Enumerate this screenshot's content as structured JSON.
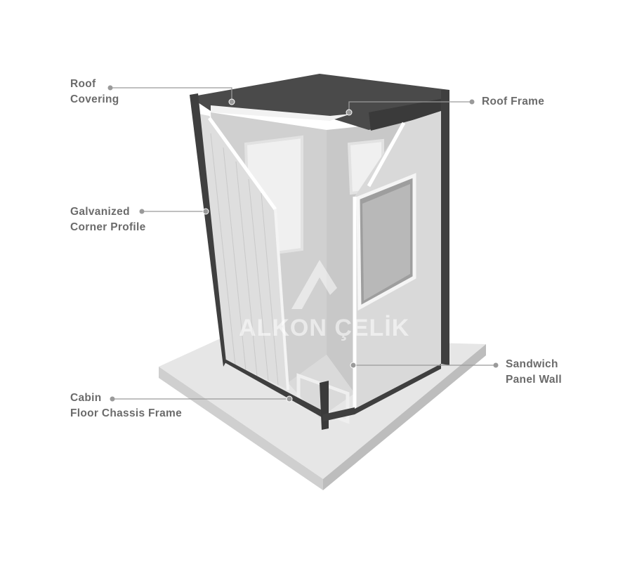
{
  "labels": {
    "roof_covering": [
      "Roof",
      "Covering"
    ],
    "roof_frame": [
      "Roof Frame"
    ],
    "galvanized_corner_profile": [
      "Galvanized",
      "Corner Profile"
    ],
    "sandwich_panel_wall": [
      "Sandwich",
      "Panel Wall"
    ],
    "cabin_floor_chassis_frame": [
      "Cabin",
      "Floor Chassis Frame"
    ]
  },
  "watermark": "ALKON ÇELİK",
  "colors": {
    "label_text": "#6b6b6b",
    "leader": "#9a9a9a",
    "frame": "#3d3d3d",
    "panel": "#dcdcdc",
    "slab": "#e3e3e3"
  }
}
